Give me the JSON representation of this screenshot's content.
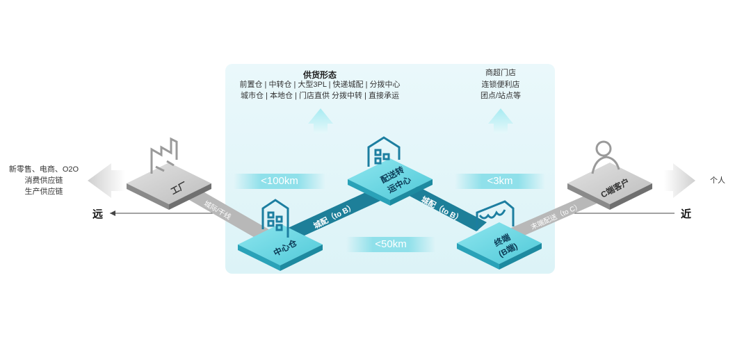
{
  "supply_forms": {
    "title": "供货形态",
    "line1": "前置仓 | 中转仓 |  大型3PL | 快递城配 | 分拨中心",
    "line2": "城市仓 | 本地仓 | 门店直供   分拨中转 | 直接承运"
  },
  "stores": {
    "line1": "商超门店",
    "line2": "连锁便利店",
    "line3": "团点/站点等"
  },
  "left_side": {
    "line1": "新零售、电商、O2O",
    "line2": "消费供应链",
    "line3": "生产供应链"
  },
  "right_side": {
    "label": "个人"
  },
  "axis": {
    "far": "远",
    "near": "近"
  },
  "distances": {
    "d100": "<100km",
    "d3": "<3km",
    "d50": "<50km"
  },
  "nodes": {
    "factory": "工厂",
    "center_warehouse": "中心仓",
    "distribution_center_line1": "配送转",
    "distribution_center_line2": "运中心",
    "terminal_line1": "终端",
    "terminal_line2": "(B端)",
    "customer": "C端客户"
  },
  "links": {
    "factory_to_center": "城际/干线",
    "center_to_dc": "城配（to B）",
    "dc_to_terminal": "城配（to B）",
    "terminal_to_customer": "末端配送（to C）"
  },
  "colors": {
    "teal": "#3ec7d6",
    "dark_teal": "#1a7f98",
    "gray": "#9a9a9a"
  }
}
